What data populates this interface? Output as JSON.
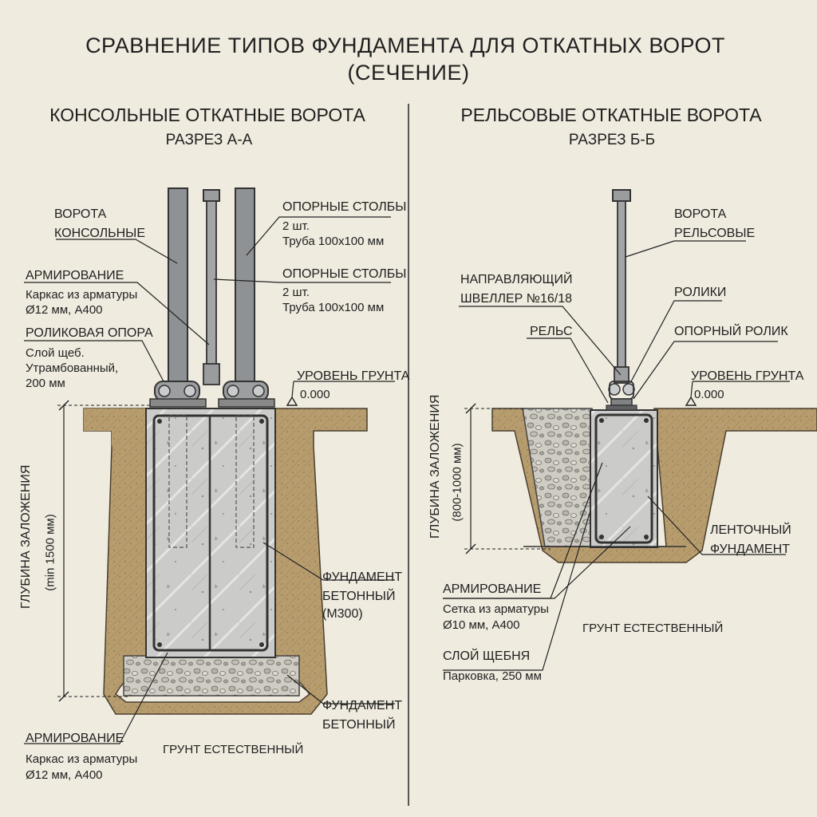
{
  "title": {
    "line1": "СРАВНЕНИЕ ТИПОВ ФУНДАМЕНТА ДЛЯ ОТКАТНЫХ ВОРОТ",
    "line2": "(СЕЧЕНИЕ)"
  },
  "left": {
    "heading": "КОНСОЛЬНЫЕ ОТКАТНЫЕ ВОРОТА",
    "section": "РАЗРЕЗ А-А",
    "gate": [
      "ВОРОТА",
      "КОНСОЛЬНЫЕ"
    ],
    "posts_1": [
      "ОПОРНЫЕ СТОЛБЫ",
      "2 шт.",
      "Труба 100х100 мм"
    ],
    "posts_2": [
      "ОПОРНЫЕ СТОЛБЫ",
      "2 шт.",
      "Труба 100х100 мм"
    ],
    "rebar_top": [
      "АРМИРОВАНИЕ",
      "Каркас из арматуры",
      "Ø12 мм, А400"
    ],
    "roller_support": [
      "РОЛИКОВАЯ ОПОРА",
      "Слой щеб.",
      "Утрамбованный,",
      "200 мм"
    ],
    "ground_level": [
      "УРОВЕНЬ ГРУНТА",
      "0.000"
    ],
    "depth": [
      "ГЛУБИНА ЗАЛОЖЕНИЯ",
      "(min 1500 мм)"
    ],
    "foundation": [
      "ФУНДАМЕНТ",
      "БЕТОННЫЙ",
      "(М300)"
    ],
    "foundation_bottom": [
      "ФУНДАМЕНТ",
      "БЕТОННЫЙ"
    ],
    "rebar_bottom": [
      "АРМИРОВАНИЕ",
      "Каркас из арматуры",
      "Ø12 мм, А400"
    ],
    "soil": "ГРУНТ ЕСТЕСТВЕННЫЙ"
  },
  "right": {
    "heading": "РЕЛЬСОВЫЕ ОТКАТНЫЕ ВОРОТА",
    "section": "РАЗРЕЗ Б-Б",
    "gate": [
      "ВОРОТА",
      "РЕЛЬСОВЫЕ"
    ],
    "channel": [
      "НАПРАВЛЯЮЩИЙ",
      "ШВЕЛЛЕР №16/18"
    ],
    "rollers": "РОЛИКИ",
    "rail": "РЕЛЬС",
    "support_roller": "ОПОРНЫЙ РОЛИК",
    "ground_level": [
      "УРОВЕНЬ ГРУНТА",
      "0.000"
    ],
    "depth": [
      "ГЛУБИНА ЗАЛОЖЕНИЯ",
      "(800-1000 мм)"
    ],
    "strip": [
      "ЛЕНТОЧНЫЙ",
      "ФУНДАМЕНТ"
    ],
    "rebar": [
      "АРМИРОВАНИЕ",
      "Сетка из арматуры",
      "Ø10 мм, А400"
    ],
    "soil": "ГРУНТ ЕСТЕСТВЕННЫЙ",
    "gravel": [
      "СЛОЙ ЩЕБНЯ",
      "Парковка, 250 мм"
    ]
  },
  "colors": {
    "paper": "#efebdf",
    "soil": "#b79c6e",
    "concrete": "#c9c9c7",
    "gravel": "#c8c6bf",
    "steel": "#8f9294",
    "ink": "#1f1f1f"
  }
}
